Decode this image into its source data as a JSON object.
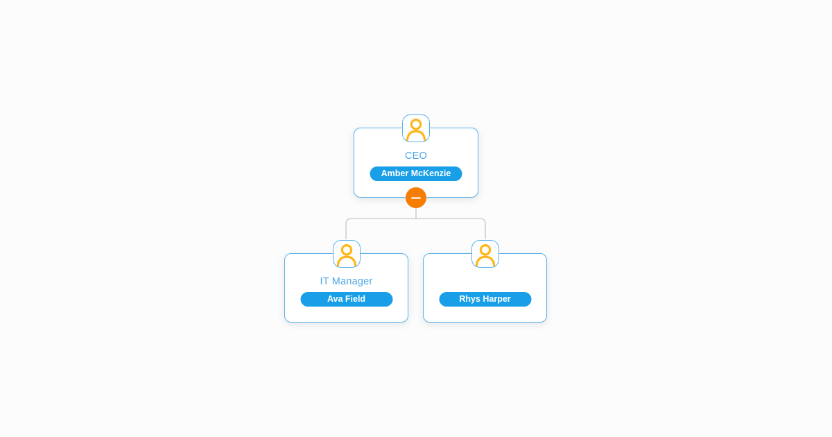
{
  "theme": {
    "page-bg": "#fcfcfc",
    "card-bg": "#ffffff",
    "card-border": "#5ab2ed",
    "title-color": "#4ea9e6",
    "pill-bg": "#189fe8",
    "pill-text": "#ffffff",
    "avatar-yellow": "#feb71b",
    "button-orange": "#f57d02",
    "minus-color": "rgba(255,255,255,0.72)",
    "connector-color": "#cfcfcf"
  },
  "org_chart": {
    "type": "org-hierarchy-diagram",
    "nodes": [
      {
        "title": "CEO",
        "name": "Amber McKenzie",
        "level": 1,
        "collapse_state": "expanded"
      },
      {
        "title": "IT Manager",
        "name": "Ava Field",
        "level": 2,
        "reports_to": "CEO"
      },
      {
        "title": "",
        "name": "Rhys Harper",
        "level": 2,
        "reports_to": "CEO"
      }
    ],
    "icons": {
      "avatar": "person-icon",
      "collapse": "minus-icon"
    }
  }
}
